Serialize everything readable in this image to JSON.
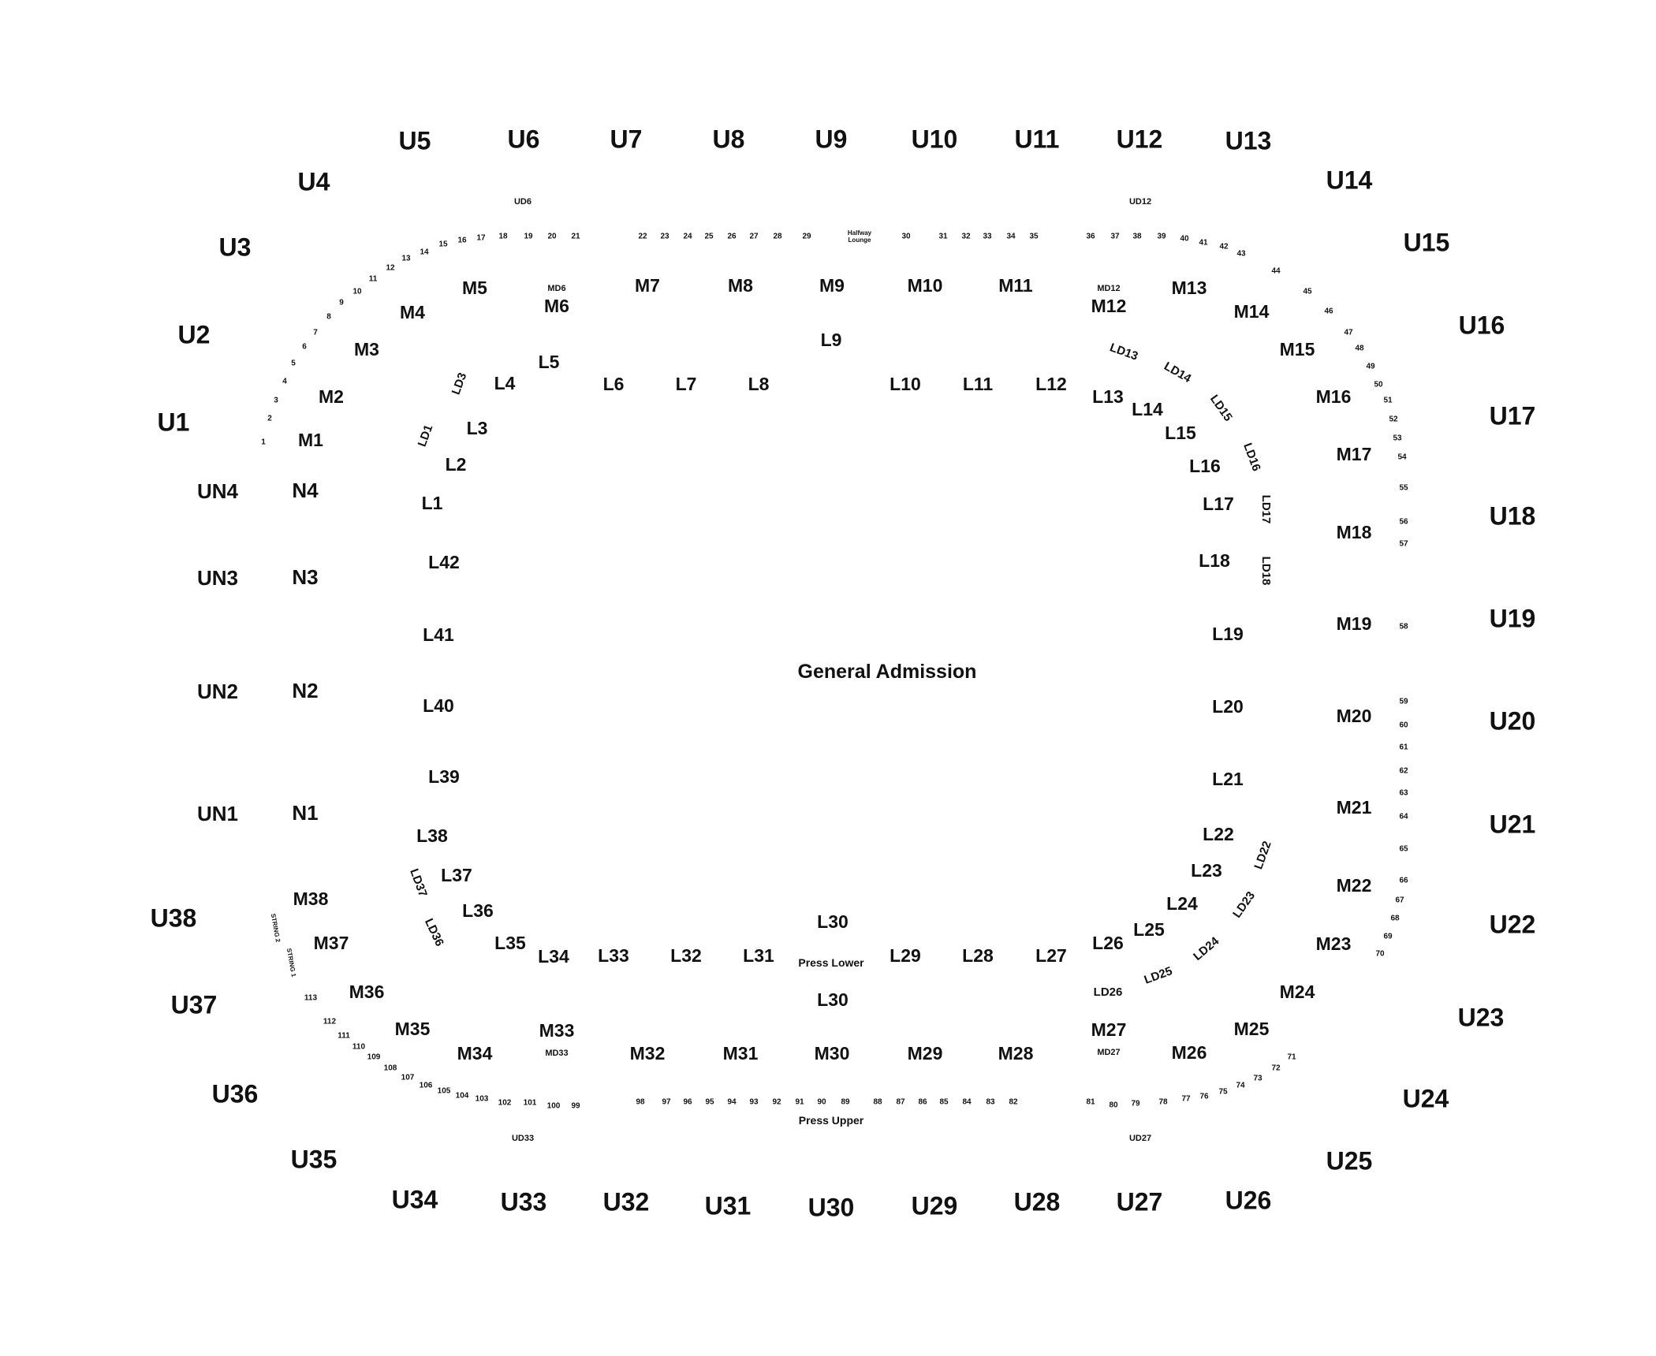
{
  "map": {
    "center_label": "General Admission",
    "press_lower": "Press Lower",
    "press_upper": "Press Upper",
    "halfway_lounge": [
      "Halfway",
      "Lounge"
    ],
    "upper_sections": [
      "U1",
      "U2",
      "U3",
      "U4",
      "U5",
      "U6",
      "U7",
      "U8",
      "U9",
      "U10",
      "U11",
      "U12",
      "U13",
      "U14",
      "U15",
      "U16",
      "U17",
      "U18",
      "U19",
      "U20",
      "U21",
      "U22",
      "U23",
      "U24",
      "U25",
      "U26",
      "U27",
      "U28",
      "U29",
      "U30",
      "U31",
      "U32",
      "U33",
      "U34",
      "U35",
      "U36",
      "U37",
      "U38"
    ],
    "upper_north": [
      "UN1",
      "UN2",
      "UN3",
      "UN4"
    ],
    "north_sections": [
      "N1",
      "N2",
      "N3",
      "N4"
    ],
    "middle_sections": [
      "M1",
      "M2",
      "M3",
      "M4",
      "M5",
      "M6",
      "M7",
      "M8",
      "M9",
      "M10",
      "M11",
      "M12",
      "M13",
      "M14",
      "M15",
      "M16",
      "M17",
      "M18",
      "M19",
      "M20",
      "M21",
      "M22",
      "M23",
      "M24",
      "M25",
      "M26",
      "M27",
      "M28",
      "M29",
      "M30",
      "M31",
      "M32",
      "M33",
      "M34",
      "M35",
      "M36",
      "M37",
      "M38"
    ],
    "lower_sections": [
      "L1",
      "L2",
      "L3",
      "L4",
      "L5",
      "L6",
      "L7",
      "L8",
      "L9",
      "L10",
      "L11",
      "L12",
      "L13",
      "L14",
      "L15",
      "L16",
      "L17",
      "L18",
      "L19",
      "L20",
      "L21",
      "L22",
      "L23",
      "L24",
      "L25",
      "L26",
      "L27",
      "L28",
      "L29",
      "L30",
      "L30",
      "L31",
      "L32",
      "L33",
      "L34",
      "L35",
      "L36",
      "L37",
      "L38",
      "L39",
      "L40",
      "L41",
      "L42"
    ],
    "lower_decks": [
      "LD13",
      "LD14",
      "LD15",
      "LD16",
      "LD17",
      "LD18",
      "LD22",
      "LD23",
      "LD24",
      "LD25",
      "LD26",
      "LD36",
      "LD37",
      "LD3",
      "LD1"
    ],
    "decks": [
      "UD6",
      "UD12",
      "MD6",
      "MD12",
      "MD27",
      "MD33",
      "UD27",
      "UD33"
    ],
    "strings": [
      "STRING 2",
      "STRING 1"
    ],
    "boxes_top_left": [
      "1",
      "2",
      "3",
      "4",
      "5",
      "6",
      "7",
      "8",
      "9",
      "10",
      "11",
      "12",
      "13",
      "14",
      "15",
      "16",
      "17",
      "18",
      "19",
      "20",
      "21"
    ],
    "boxes_top_mid": [
      "22",
      "23",
      "24",
      "25",
      "26",
      "27",
      "28",
      "29"
    ],
    "boxes_top_right": [
      "30",
      "31",
      "32",
      "33",
      "34",
      "35",
      "36",
      "37",
      "38",
      "39",
      "40",
      "41",
      "42",
      "43"
    ],
    "boxes_right": [
      "44",
      "45",
      "46",
      "47",
      "48",
      "49",
      "50",
      "51",
      "52",
      "53",
      "54",
      "55",
      "56",
      "57",
      "58",
      "59",
      "60",
      "61",
      "62",
      "63",
      "64",
      "65",
      "66",
      "67",
      "68",
      "69",
      "70"
    ],
    "boxes_bottom_right": [
      "71",
      "72",
      "73",
      "74",
      "75",
      "76",
      "77",
      "78",
      "79",
      "80",
      "81"
    ],
    "boxes_bottom_mid": [
      "82",
      "83",
      "84",
      "85",
      "86",
      "87",
      "88",
      "89",
      "90",
      "91",
      "92",
      "93",
      "94",
      "95",
      "96",
      "97",
      "98"
    ],
    "boxes_bottom_left": [
      "99",
      "100",
      "101",
      "102",
      "103",
      "104",
      "105",
      "106",
      "107",
      "108",
      "109",
      "110",
      "111",
      "112",
      "113"
    ]
  }
}
